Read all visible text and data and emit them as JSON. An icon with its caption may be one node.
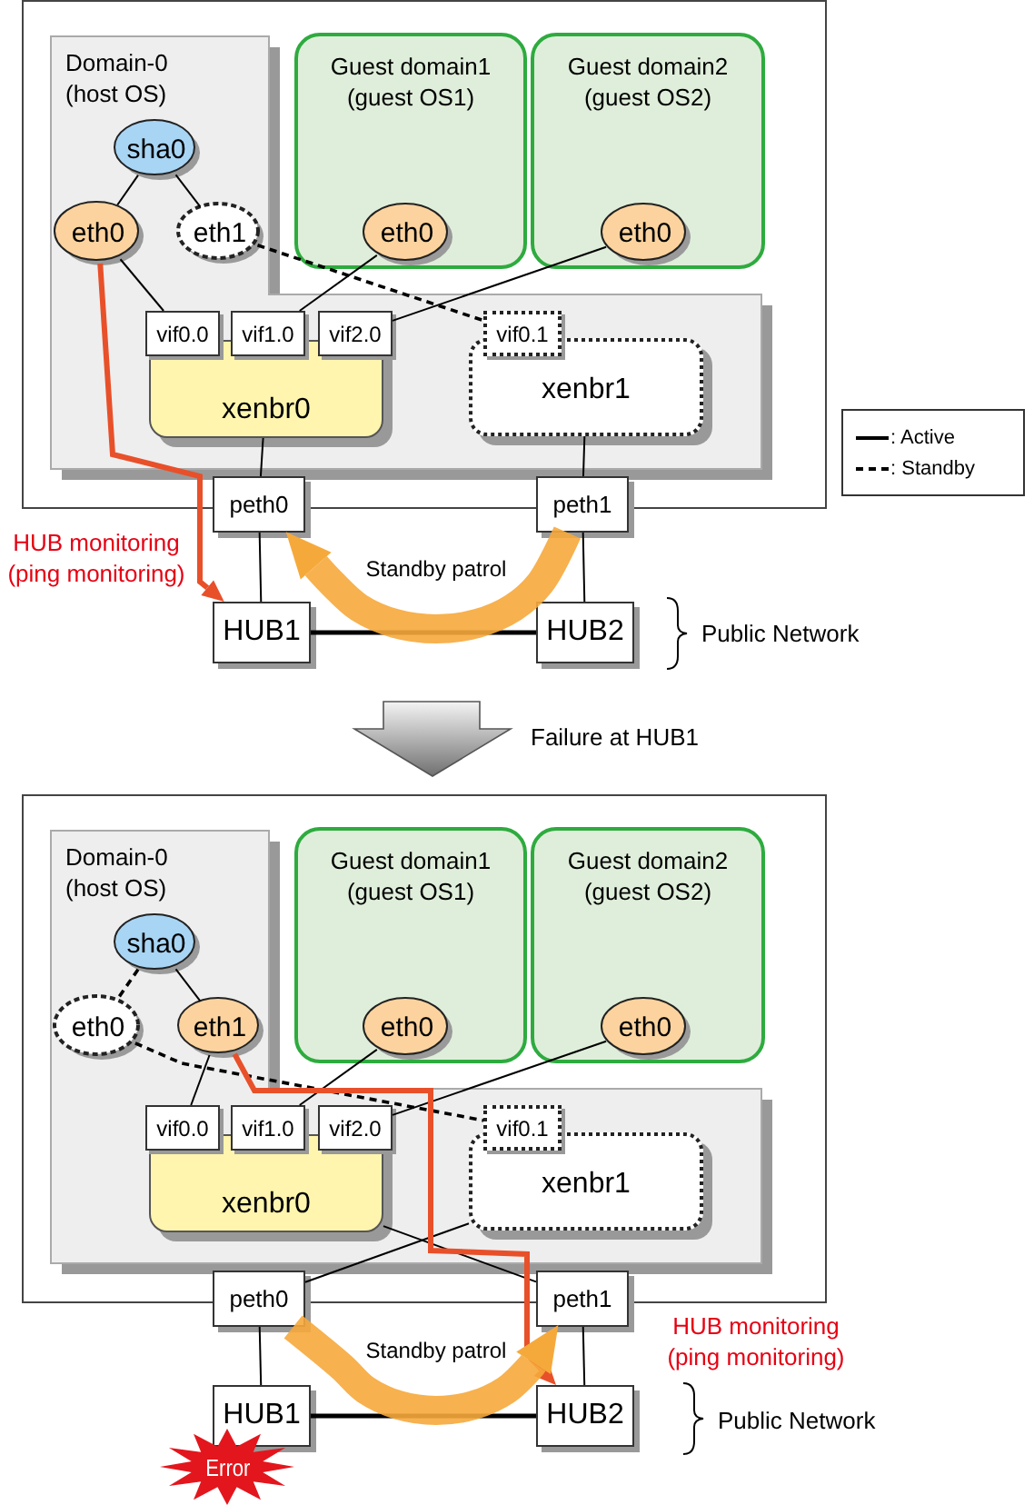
{
  "diagram": {
    "nodes": [
      {
        "text": [],
        "shape": "box"
      },
      {
        "text": [
          "Domain-0 (host OS)"
        ],
        "in": 0
      },
      {
        "text": [
          "Guest domain1 (guest OS1)"
        ],
        "in": 0
      },
      {
        "text": [
          "eth0"
        ],
        "in": 2
      },
      {
        "text": [
          "Guest domain2 (guest OS2)"
        ],
        "in": 0
      },
      {
        "text": [
          "eth0"
        ],
        "in": 4
      },
      {
        "text": [
          "sha0"
        ],
        "in": 1
      },
      {
        "text": [
          "eth0"
        ],
        "in": 1
      },
      {
        "text": [
          "eth1"
        ],
        "in": 1
      },
      {
        "text": [
          "xenbr0"
        ],
        "in": 1
      },
      {
        "text": [
          "vif0.0"
        ],
        "in": 1
      },
      {
        "text": [
          "vif1.0"
        ],
        "in": 1
      },
      {
        "text": [
          "vif2.0"
        ],
        "in": 1
      },
      {
        "text": [
          "xenbr1"
        ],
        "in": 1
      },
      {
        "text": [
          "vif0.1"
        ],
        "in": 1
      },
      {
        "text": [
          "peth0"
        ]
      },
      {
        "text": [
          "peth1"
        ]
      },
      {
        "text": [
          "HUB1"
        ]
      },
      {
        "text": [
          "HUB2"
        ]
      },
      {
        "text": [],
        "shape": "box"
      },
      {
        "text": [
          "Domain-0 (host OS)"
        ],
        "in": 19
      },
      {
        "text": [
          "Guest domain1 (guest OS1)"
        ],
        "in": 19
      },
      {
        "text": [
          "eth0"
        ],
        "in": 21
      },
      {
        "text": [
          "Guest domain2 (guest OS2)"
        ],
        "in": 19
      },
      {
        "text": [
          "eth0"
        ],
        "in": 23
      },
      {
        "text": [
          "sha0"
        ],
        "in": 20
      },
      {
        "text": [
          "eth0"
        ],
        "in": 20
      },
      {
        "text": [
          "eth1"
        ],
        "in": 20
      },
      {
        "text": [
          "xenbr0"
        ],
        "in": 20
      },
      {
        "text": [
          "vif0.0"
        ],
        "in": 20
      },
      {
        "text": [
          "vif1.0"
        ],
        "in": 20
      },
      {
        "text": [
          "vif2.0"
        ],
        "in": 20
      },
      {
        "text": [
          "xenbr1"
        ],
        "in": 20
      },
      {
        "text": [
          "vif0.1"
        ],
        "in": 20
      },
      {
        "text": [
          "peth0"
        ]
      },
      {
        "text": [
          "peth1"
        ]
      },
      {
        "text": [
          "HUB1"
        ]
      },
      {
        "text": [
          "HUB2"
        ]
      },
      {
        "text": [
          "Error"
        ]
      }
    ],
    "edges": [
      {
        "from": 6,
        "to": 7,
        "arrow": "none"
      },
      {
        "from": 6,
        "to": 8,
        "arrow": "none"
      },
      {
        "from": 7,
        "to": 10,
        "arrow": "none"
      },
      {
        "from": 8,
        "to": 14,
        "arrow": "none",
        "style": "dashed"
      },
      {
        "from": 3,
        "to": 11,
        "arrow": "none"
      },
      {
        "from": 5,
        "to": 12,
        "arrow": "none"
      },
      {
        "from": 9,
        "to": 15,
        "arrow": "none"
      },
      {
        "from": 13,
        "to": 16,
        "arrow": "none"
      },
      {
        "from": 15,
        "to": 17,
        "arrow": "none"
      },
      {
        "from": 16,
        "to": 18,
        "arrow": "none"
      },
      {
        "from": 17,
        "to": 18,
        "arrow": "none",
        "style": "thick"
      },
      {
        "from": 7,
        "to": 17,
        "arrow": "to",
        "style": "thick",
        "color": "#e8502a"
      },
      {
        "from": 16,
        "to": 15,
        "arrow": "to",
        "label": "Standby patrol",
        "style": "thick",
        "color": "#f6a93b"
      },
      {
        "from": 25,
        "to": 26,
        "arrow": "none",
        "style": "dashed"
      },
      {
        "from": 25,
        "to": 27,
        "arrow": "none"
      },
      {
        "from": 27,
        "to": 29,
        "arrow": "none"
      },
      {
        "from": 26,
        "to": 33,
        "arrow": "none",
        "style": "dashed"
      },
      {
        "from": 22,
        "to": 30,
        "arrow": "none"
      },
      {
        "from": 24,
        "to": 31,
        "arrow": "none"
      },
      {
        "from": 28,
        "to": 35,
        "arrow": "none"
      },
      {
        "from": 32,
        "to": 34,
        "arrow": "none"
      },
      {
        "from": 34,
        "to": 36,
        "arrow": "none"
      },
      {
        "from": 35,
        "to": 37,
        "arrow": "none"
      },
      {
        "from": 36,
        "to": 37,
        "arrow": "none",
        "style": "thick"
      },
      {
        "from": 27,
        "to": 37,
        "arrow": "to",
        "style": "thick",
        "color": "#e8502a"
      },
      {
        "from": 34,
        "to": 35,
        "arrow": "to",
        "label": "Standby patrol",
        "style": "thick",
        "color": "#f6a93b"
      }
    ],
    "labels": [
      "HUB monitoring (ping monitoring)",
      "Public Network",
      "Failure at HUB1",
      "HUB monitoring (ping monitoring)",
      "Public Network"
    ],
    "legend": [
      {
        "text": ": Active"
      },
      {
        "text": ": Standby"
      }
    ]
  }
}
